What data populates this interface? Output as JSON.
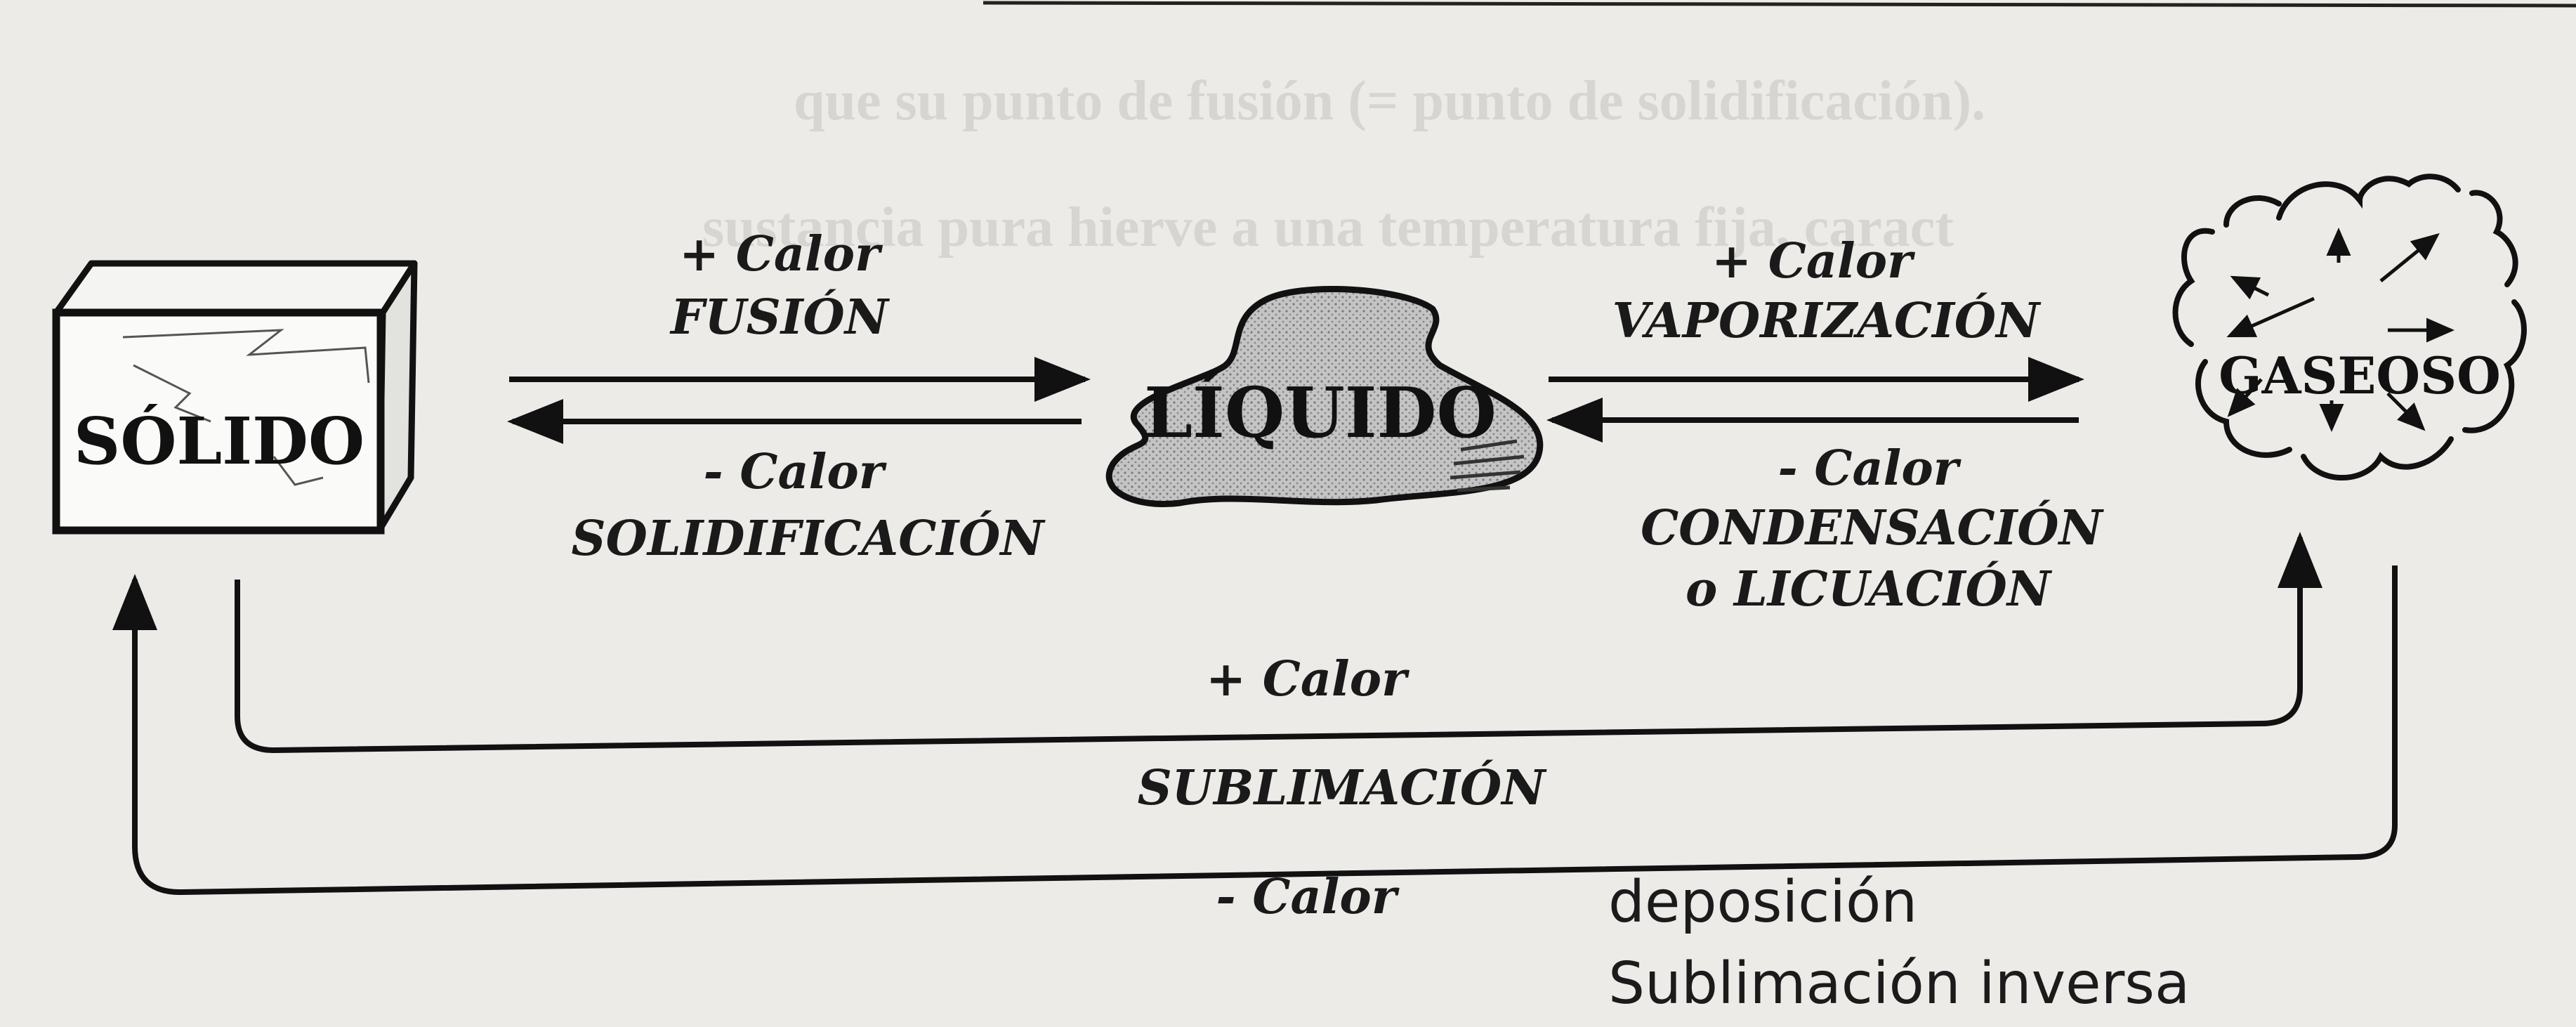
{
  "states": {
    "solid": "SÓLIDO",
    "liquid": "LÍQUIDO",
    "gas": "GASEOSO"
  },
  "transitions": {
    "fusion": {
      "heat": "+ Calor",
      "name": "FUSIÓN"
    },
    "solidification": {
      "heat": "- Calor",
      "name": "SOLIDIFICACIÓN"
    },
    "vaporization": {
      "heat": "+ Calor",
      "name": "VAPORIZACIÓN"
    },
    "condensation": {
      "heat": "- Calor",
      "name_line1": "CONDENSACIÓN",
      "name_line2": "o LICUACIÓN"
    },
    "sublimation": {
      "heat_plus": "+ Calor",
      "name": "SUBLIMACIÓN",
      "heat_minus": "- Calor"
    }
  },
  "handwritten": {
    "line1": "deposición",
    "line2": "Sublimación inversa"
  },
  "background_text": {
    "line1": "que su punto de fusión (= punto de solidificación).",
    "line2": "sustancia pura hierve a una temperatura fija, caract"
  },
  "colors": {
    "paper": "#ecebe8",
    "ink": "#111111",
    "liquid_fill": "#b9b9b9",
    "pen": "#1b1b1b"
  }
}
